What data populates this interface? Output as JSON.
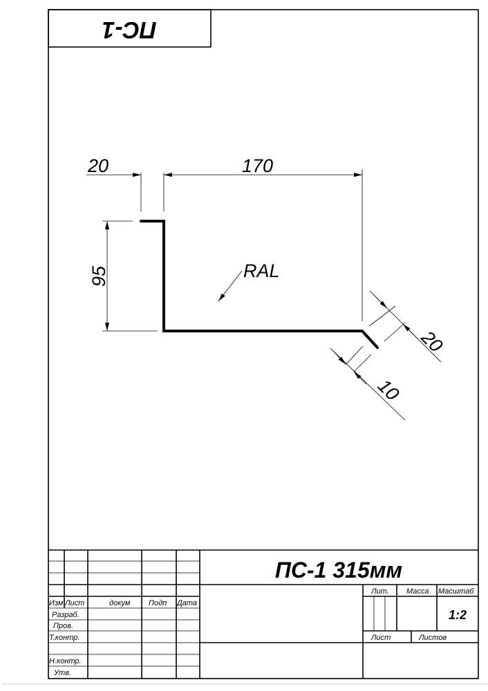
{
  "stamp_code": "ПС-1",
  "dimensions": {
    "flange_top": "20",
    "width": "170",
    "height": "95",
    "bend_length": "20",
    "bend_offset": "10"
  },
  "coating_note": "RAL",
  "title_block": {
    "title": "ПС-1 315мм",
    "col_headers": {
      "izm": "Изм",
      "list": "Лист",
      "dokum": "докум",
      "podp": "Подп",
      "data": "Дата"
    },
    "roles": {
      "razrab": "Разраб.",
      "prov": "Пров.",
      "tkontr": "Т.контр.",
      "nkontr": "Н.контр.",
      "utv": "Утв."
    },
    "lit_label": "Лит.",
    "massa_label": "Масса",
    "masshtab_label": "Масштаб",
    "scale": "1:2",
    "sheet_label": "Лист",
    "sheets_label": "Листов"
  }
}
